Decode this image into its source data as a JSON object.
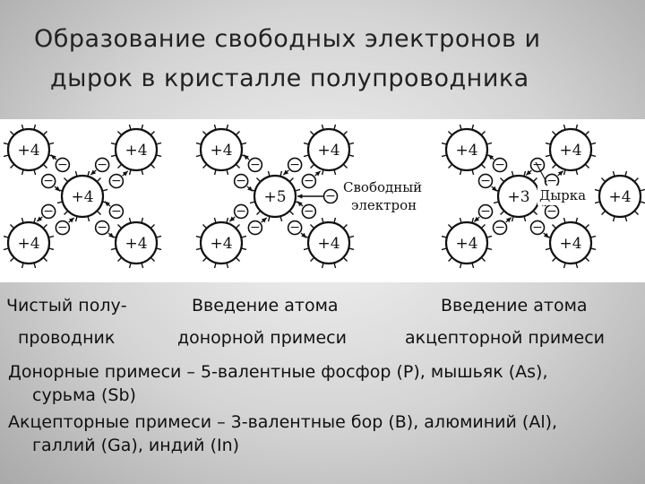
{
  "title": {
    "line1": "Образование свободных электронов и",
    "line2": "дырок в кристалле полупроводника"
  },
  "diagram": {
    "electron_symbol": "−",
    "panels": [
      {
        "center_charge": "+4",
        "corner_charges": [
          "+4",
          "+4",
          "+4",
          "+4"
        ]
      },
      {
        "center_charge": "+5",
        "corner_charges": [
          "+4",
          "+4",
          "+4",
          "+4"
        ],
        "free_electron_label_1": "Свободный",
        "free_electron_label_2": "электрон"
      },
      {
        "center_charge": "+3",
        "corner_charges": [
          "+4",
          "+4",
          "+4",
          "+4"
        ],
        "right_charge": "+4",
        "hole_label": "Дырка"
      }
    ]
  },
  "captions": {
    "pure_1": "Чистый полу-",
    "pure_2": "проводник",
    "donor_1": "Введение атома",
    "donor_2": "донорной примеси",
    "acceptor_1": "Введение  атома",
    "acceptor_2": "акцепторной примеси"
  },
  "text": {
    "donor_line1": "Донорные примеси – 5-валентные фосфор (P), мышьяк (As),",
    "donor_line2": "сурьма (Sb)",
    "acceptor_line1": "Акцепторные примеси – 3-валентные бор (B), алюминий (Al),",
    "acceptor_line2": "галлий (Ga),  индий (In)"
  }
}
